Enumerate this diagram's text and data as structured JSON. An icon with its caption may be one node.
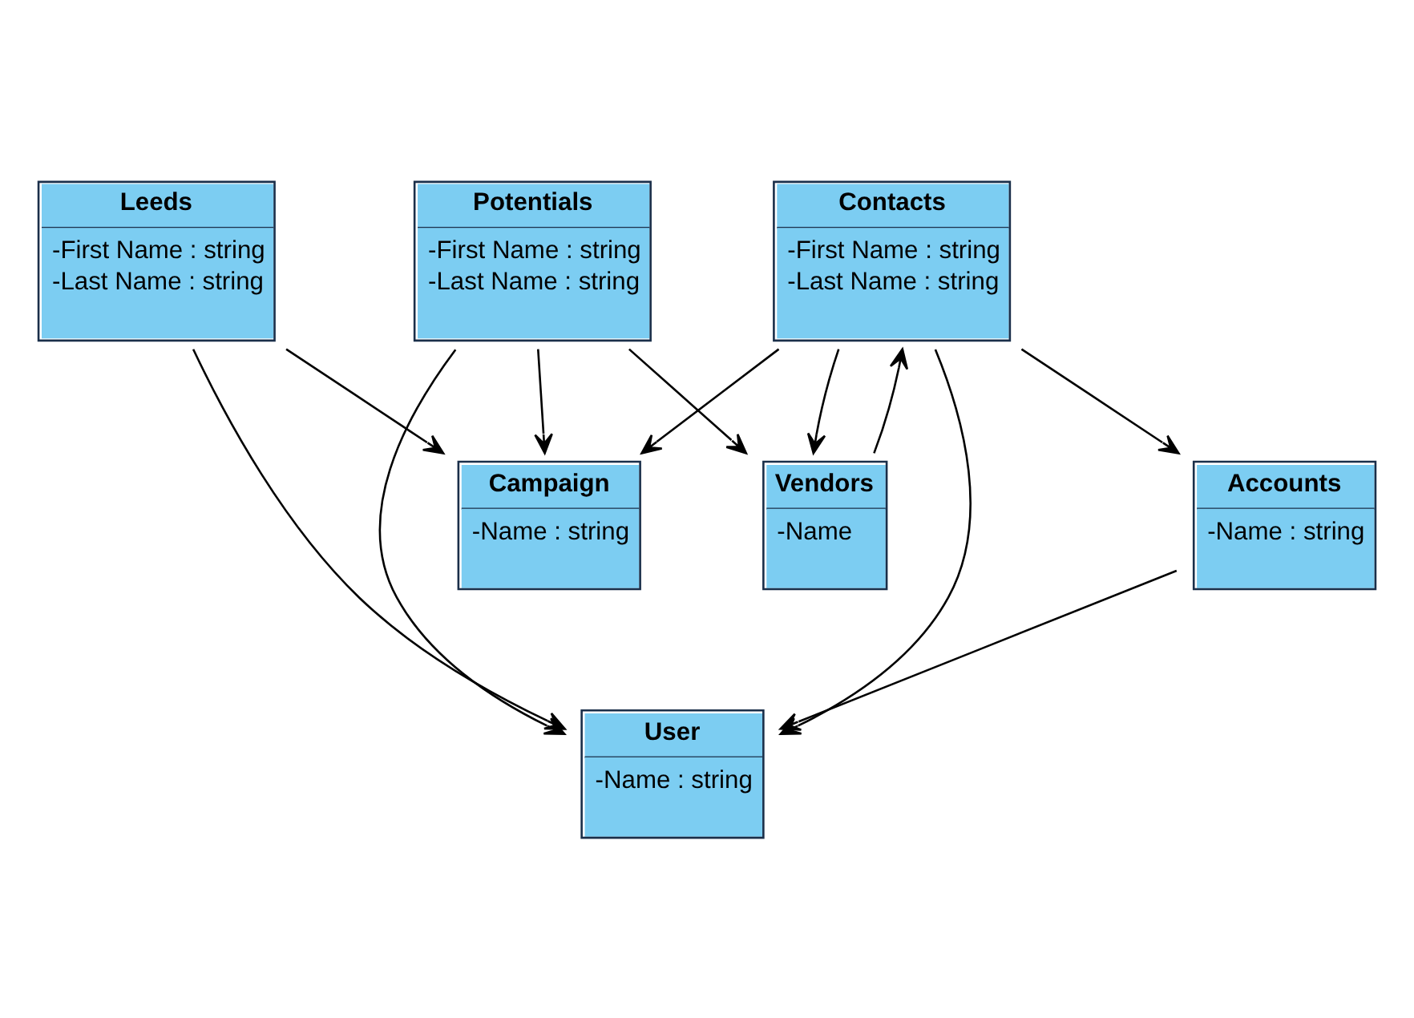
{
  "diagram": {
    "nodes": [
      {
        "text": [
          "User",
          "-Name : string"
        ]
      },
      {
        "text": [
          "Vendors",
          "-Name"
        ]
      },
      {
        "text": [
          "Contacts",
          "-First Name : string",
          "-Last Name : string"
        ]
      },
      {
        "text": [
          "Accounts",
          "-Name : string"
        ]
      },
      {
        "text": [
          "Leeds",
          "-First Name : string",
          "-Last Name : string"
        ]
      },
      {
        "text": [
          "Campaign",
          "-Name : string"
        ]
      },
      {
        "text": [
          "Potentials",
          "-First Name : string",
          "-Last Name : string"
        ]
      }
    ],
    "edges": [
      {
        "from": 1,
        "to": 2,
        "arrow": "to"
      },
      {
        "from": 2,
        "to": 1,
        "arrow": "to"
      },
      {
        "from": 2,
        "to": 0,
        "arrow": "to"
      },
      {
        "from": 6,
        "to": 1,
        "arrow": "to"
      },
      {
        "from": 4,
        "to": 0,
        "arrow": "to"
      },
      {
        "from": 3,
        "to": 0,
        "arrow": "to"
      },
      {
        "from": 6,
        "to": 0,
        "arrow": "to"
      },
      {
        "from": 2,
        "to": 3,
        "arrow": "to"
      },
      {
        "from": 2,
        "to": 5,
        "arrow": "to"
      },
      {
        "from": 4,
        "to": 5,
        "arrow": "to"
      },
      {
        "from": 6,
        "to": 5,
        "arrow": "to"
      }
    ]
  }
}
